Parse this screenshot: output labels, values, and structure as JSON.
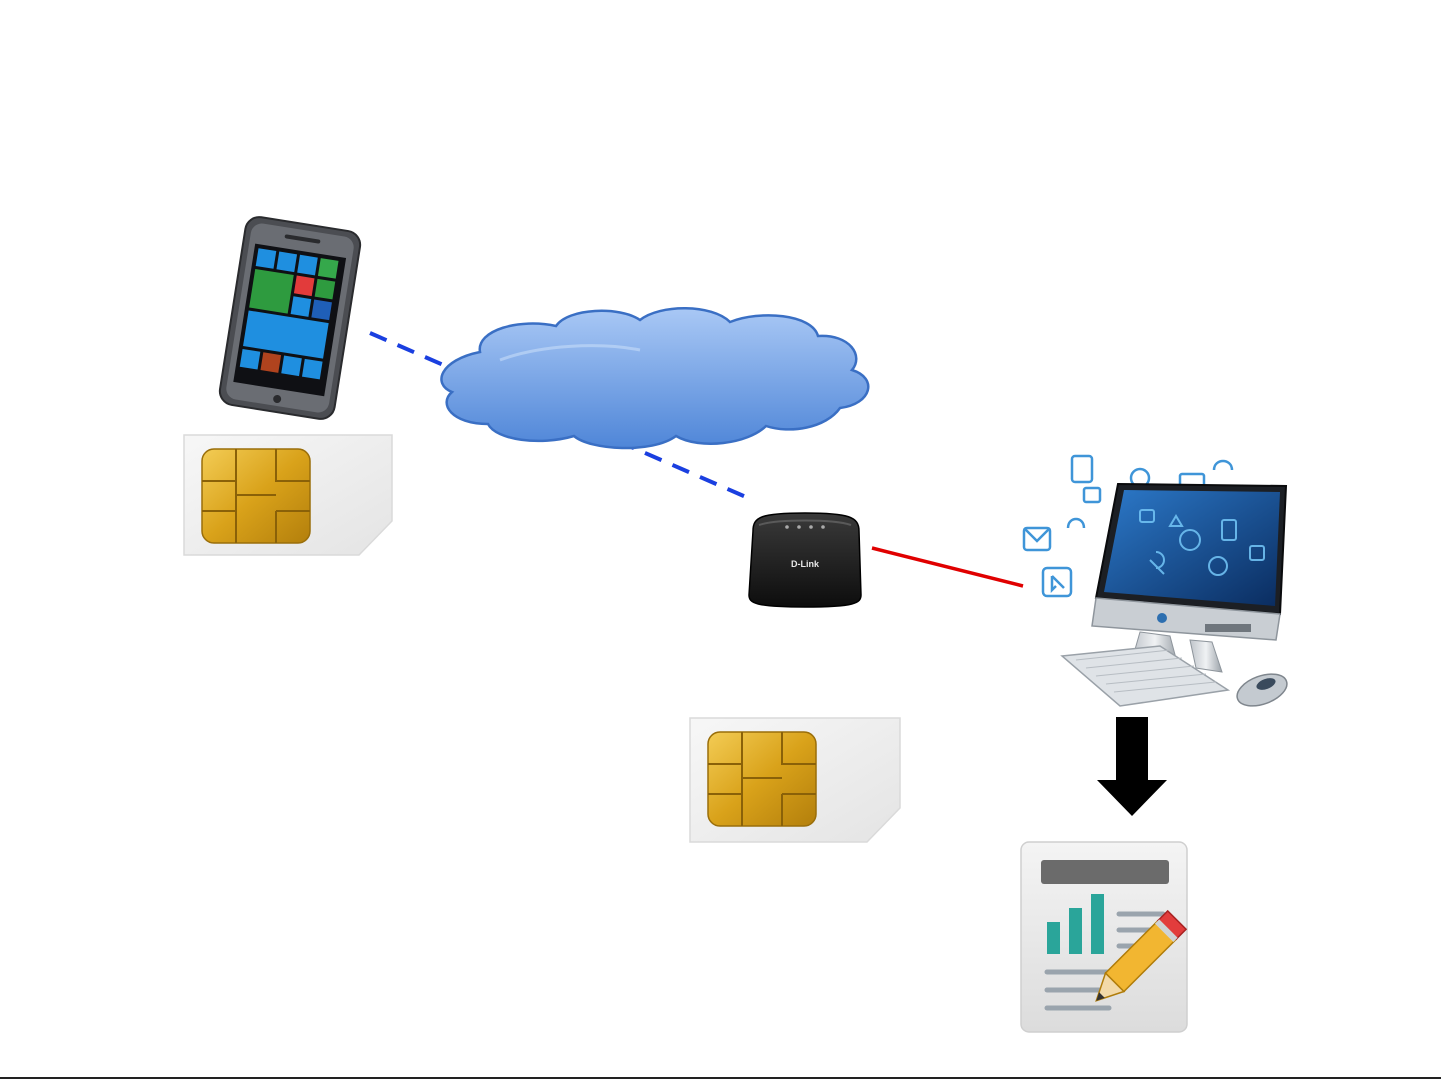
{
  "diagram": {
    "nodes": [
      {
        "id": "smartphone",
        "icon": "smartphone-icon"
      },
      {
        "id": "sim-card-phone",
        "icon": "sim-card-icon"
      },
      {
        "id": "cellular-network",
        "icon": "cloud-icon"
      },
      {
        "id": "gsm-modem",
        "icon": "router-icon",
        "brand_text": "D-Link"
      },
      {
        "id": "sim-card-modem",
        "icon": "sim-card-icon"
      },
      {
        "id": "computer",
        "icon": "desktop-computer-icon"
      },
      {
        "id": "report",
        "icon": "report-document-icon"
      }
    ],
    "links": [
      {
        "from": "smartphone",
        "to": "gsm-modem",
        "style": "dashed",
        "color": "#1a3fe0"
      },
      {
        "from": "gsm-modem",
        "to": "computer",
        "style": "solid",
        "color": "#e00000"
      },
      {
        "from": "computer",
        "to": "report",
        "style": "arrow",
        "color": "#000000"
      }
    ]
  },
  "colors": {
    "wireless_link": "#1a3fe0",
    "wired_link": "#e00000",
    "cloud_fill_top": "#a9c8f5",
    "cloud_fill_bottom": "#4f86d8",
    "cloud_stroke": "#3a6fc4",
    "sim_gold": "#d9a21a",
    "report_teal": "#2aa59a"
  }
}
